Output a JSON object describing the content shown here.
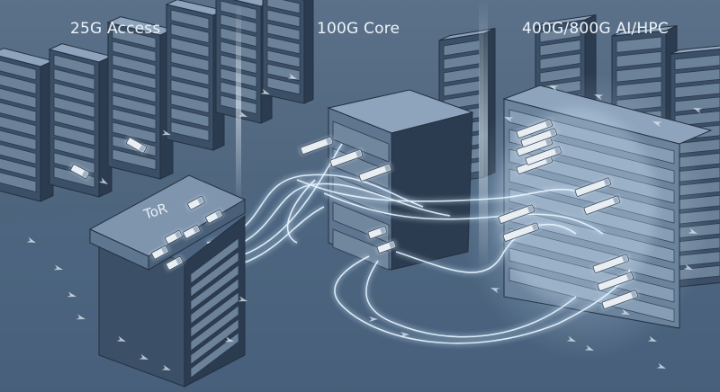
{
  "zones": {
    "access": {
      "label": "25G Access"
    },
    "core": {
      "label": "100G Core"
    },
    "ai_hpc": {
      "label": "400G/800G AI/HPC"
    }
  },
  "tor_switch": {
    "label": "ToR"
  },
  "colors": {
    "background": "#4a6078",
    "floor": "#55708d",
    "rack_front": "#3b4f66",
    "rack_side": "#2c3c50",
    "rack_top": "#8ea4bd",
    "fiber_glow": "#cfe9ff",
    "airflow": "#dfe9f5"
  }
}
